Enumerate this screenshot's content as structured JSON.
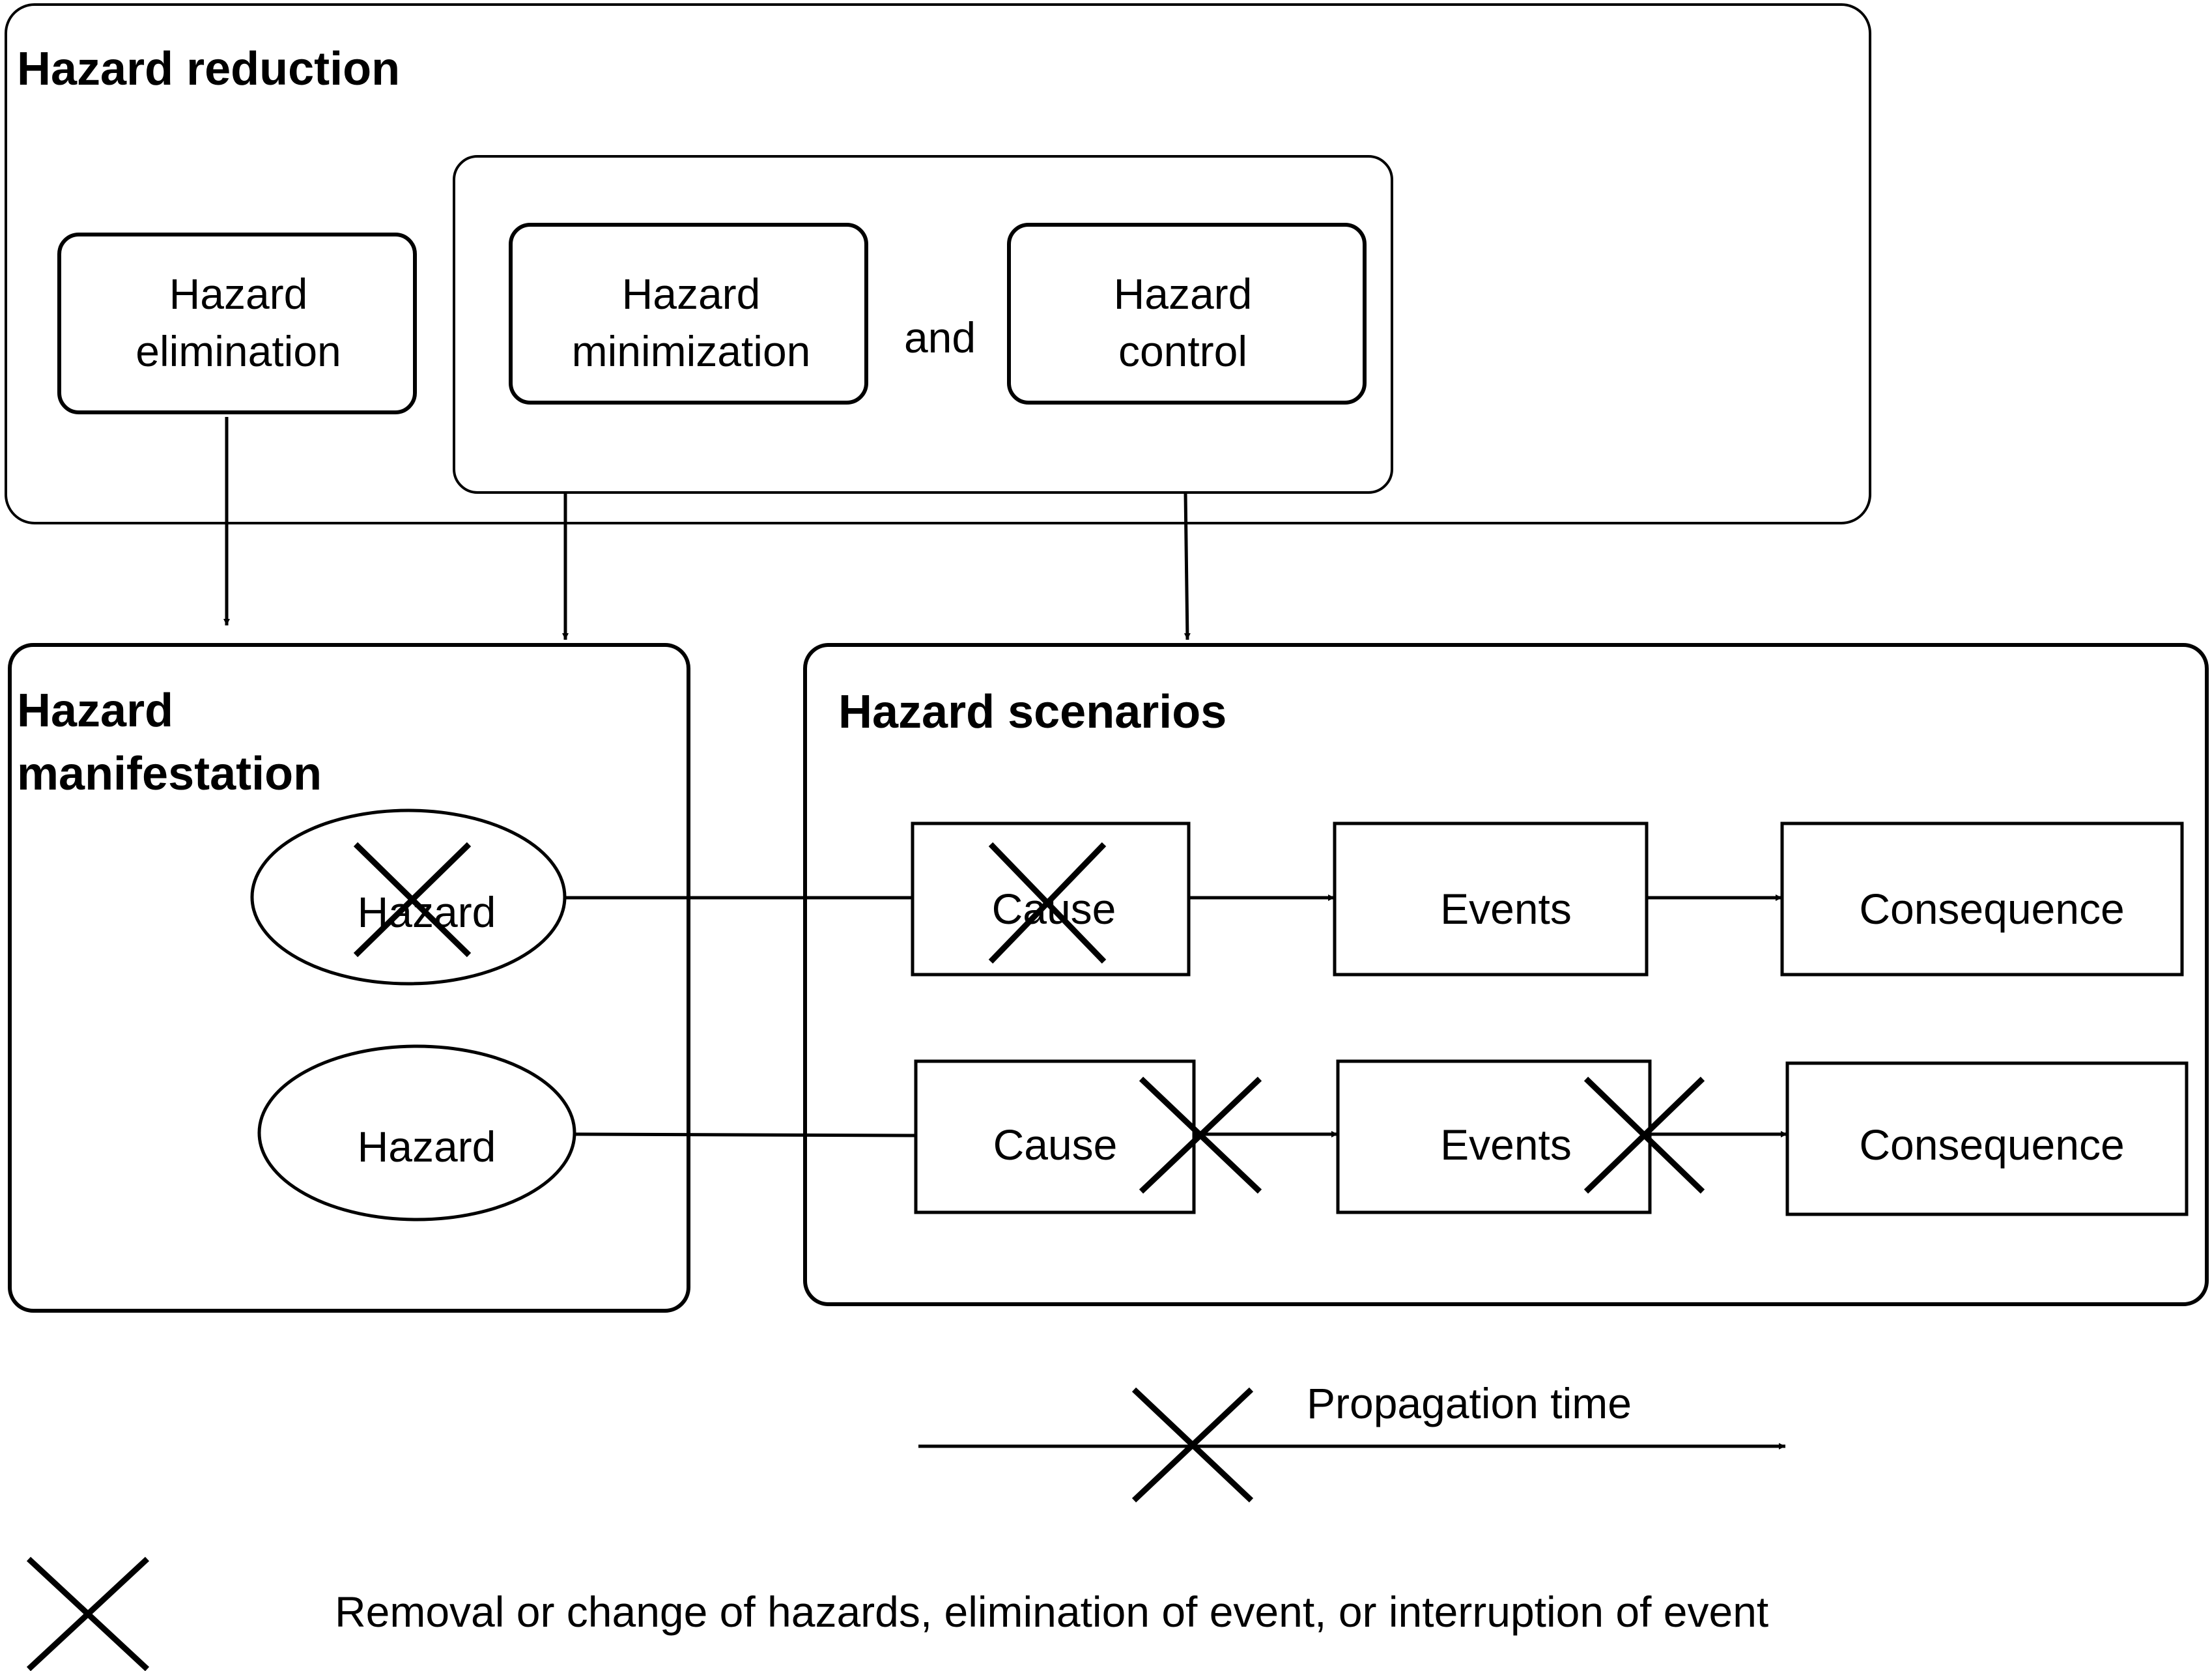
{
  "hazard_reduction": {
    "title": "Hazard reduction",
    "elimination": {
      "line1": "Hazard",
      "line2": "elimination"
    },
    "minimization": {
      "line1": "Hazard",
      "line2": "minimization"
    },
    "and_label": "and",
    "control": {
      "line1": "Hazard",
      "line2": "control"
    }
  },
  "hazard_manifestation": {
    "title_line1": "Hazard",
    "title_line2": "manifestation",
    "hazard_top": "Hazard",
    "hazard_bottom": "Hazard"
  },
  "hazard_scenarios": {
    "title": "Hazard scenarios",
    "row1": {
      "cause": "Cause",
      "events": "Events",
      "consequence": "Consequence"
    },
    "row2": {
      "cause": "Cause",
      "events": "Events",
      "consequence": "Consequence"
    }
  },
  "legend": {
    "propagation_time": "Propagation time",
    "cross_description": "Removal or change of hazards, elimination of event, or interruption of event"
  }
}
